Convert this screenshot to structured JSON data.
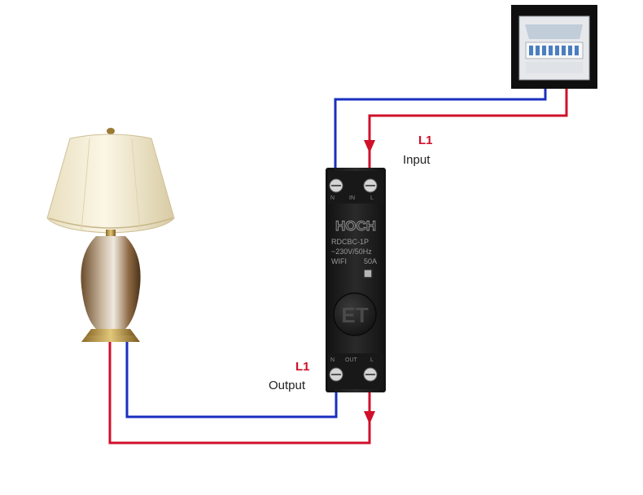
{
  "colors": {
    "neutral_wire": "#1a2fbf",
    "live_wire": "#d0102a",
    "device_body": "#1c1c1c",
    "label_red": "#d0102a"
  },
  "input_label": {
    "line": "L1",
    "text": "Input"
  },
  "output_label": {
    "line": "L1",
    "text": "Output"
  },
  "device": {
    "brand": "HOCH",
    "model": "RDCBC-1P",
    "rating": "~230V/50Hz",
    "wifi": "WIFI",
    "current": "50A",
    "button_mark": "ET",
    "top_terminals": {
      "n": "N",
      "in": "IN",
      "l": "L"
    },
    "bottom_terminals": {
      "n": "N",
      "out": "OUT",
      "l": "L"
    }
  },
  "icons": {
    "lamp": "table-lamp-icon",
    "panel": "distribution-board-icon"
  }
}
